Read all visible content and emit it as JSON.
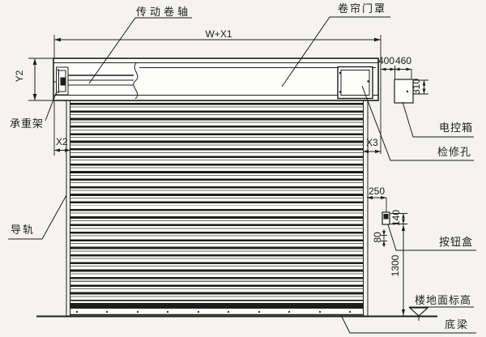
{
  "drawing": {
    "title_context": "roller shutter door elevation drawing",
    "labels": {
      "drive_shaft": "传动卷轴",
      "door_hood": "卷帘门罩",
      "load_bracket": "承重架",
      "guide_rail": "导轨",
      "control_box": "电控箱",
      "inspection_hole": "检修孔",
      "button_box": "按钮盒",
      "floor_level": "楼地面标高",
      "bottom_beam": "底梁"
    },
    "dims": {
      "w_x1": "W+X1",
      "y2": "Y2",
      "x2": "X2",
      "x3": "X3",
      "d400": "400",
      "d460": "460",
      "d310": "310",
      "d250": "250",
      "d140": "140",
      "d80": "80",
      "d1300": "1300"
    },
    "colors": {
      "background": "#f4f3ee",
      "line": "#1d1d1b",
      "fill_white": "#fdfdfb"
    }
  }
}
